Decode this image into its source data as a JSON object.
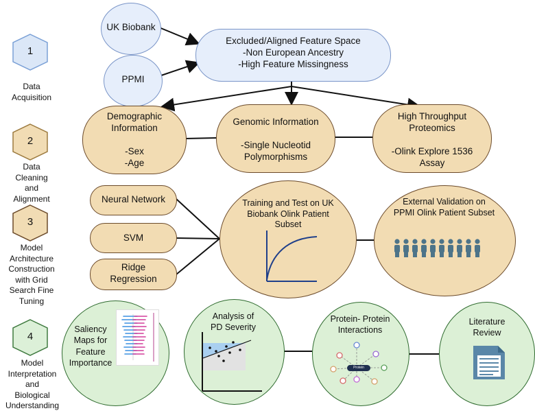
{
  "steps": [
    {
      "number": "1",
      "label": "Data\nAcquisition"
    },
    {
      "number": "2",
      "label": "Data\nCleaning\nand\nAlignment"
    },
    {
      "number": "3",
      "label": "Model\nArchitecture\nConstruction\nwith Grid\nSearch Fine\nTuning"
    },
    {
      "number": "4",
      "label": "Model\nInterpretation\nand\nBiological\nUnderstanding"
    }
  ],
  "acquisition": {
    "source_1": "UK Biobank",
    "source_2": "PPMI",
    "feature_space": "Excluded/Aligned Feature Space\n-Non European Ancestry\n-High Feature Missingness"
  },
  "cleaning": {
    "demographic": "Demographic\nInformation\n\n-Sex\n-Age",
    "genomic": "Genomic Information\n\n-Single Nucleotid\nPolymorphisms",
    "proteomics": "High Throughput\nProteomics\n\n-Olink Explore 1536\nAssay"
  },
  "models": {
    "items": [
      "Neural Network",
      "SVM",
      "Ridge\nRegression"
    ],
    "training": "Training and Test on UK\nBiobank Olink Patient\nSubset",
    "validation": "External Validation on\nPPMI Olink Patient Subset"
  },
  "interpretation": {
    "saliency": "Saliency\nMaps for\nFeature\nImportance",
    "severity": "Analysis of\nPD Severity",
    "ppi": "Protein- Protein\nInteractions",
    "ppi_node": "Protein",
    "literature": "Literature\nReview"
  },
  "colors": {
    "hexagon_blue": "#dbe7f7",
    "hexagon_tan": "#f1dcb4",
    "hexagon_green": "#dcf0d8",
    "tan_fill": "#f2dcb3",
    "tan_border": "#6b4a2a",
    "blue_fill": "#e6eefb",
    "blue_border": "#7a95c8",
    "green_fill": "#dcf0d6",
    "green_border": "#2f6b2f",
    "people": "#4d7489",
    "doc": "#5a87a8"
  }
}
